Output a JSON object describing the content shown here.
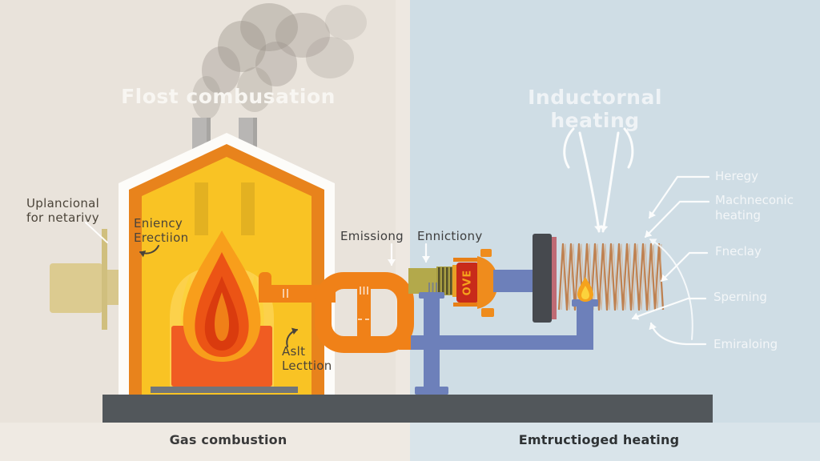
{
  "titles": {
    "left": "Flost combusation",
    "right": "Inductornal heating"
  },
  "captions": {
    "left": "Gas combustion",
    "right": "Emtructioged heating"
  },
  "labels": {
    "fuel_inlet": {
      "line1": "Uplancional",
      "line2": "for netarivy"
    },
    "combustion_chamber": {
      "line1": "Eniency",
      "line2": "Erectiion"
    },
    "ash": {
      "line1": "Aslt",
      "line2": "Lecttion"
    },
    "emissions_left": "Emissiong",
    "emissions_right": "Ennictiony"
  },
  "callouts": [
    {
      "line1": "Heregy",
      "line2": ""
    },
    {
      "line1": "Machneconic",
      "line2": "heating"
    },
    {
      "line1": "Fneclay",
      "line2": ""
    },
    {
      "line1": "Sperning",
      "line2": ""
    },
    {
      "line1": "Emiraloing",
      "line2": ""
    }
  ],
  "markings": {
    "transducer": "OVE"
  },
  "colors": {
    "left_background": "#e9e3db",
    "right_background": "#cfdde5",
    "ground_bar": "#52575b",
    "furnace_yellow": "#f9c324",
    "furnace_orange": "#e8831c",
    "flame_red": "#da3b0e",
    "pipe_orange": "#f08118",
    "pipe_olive": "#b3a94b",
    "pipe_blue": "#6d80ba",
    "coil_copper": "#bd7b49",
    "transducer_red": "#c82a1a",
    "smoke_gray": "#9b948b",
    "callout_white": "#f3f6f8",
    "dark_text": "#3e3e3e"
  }
}
